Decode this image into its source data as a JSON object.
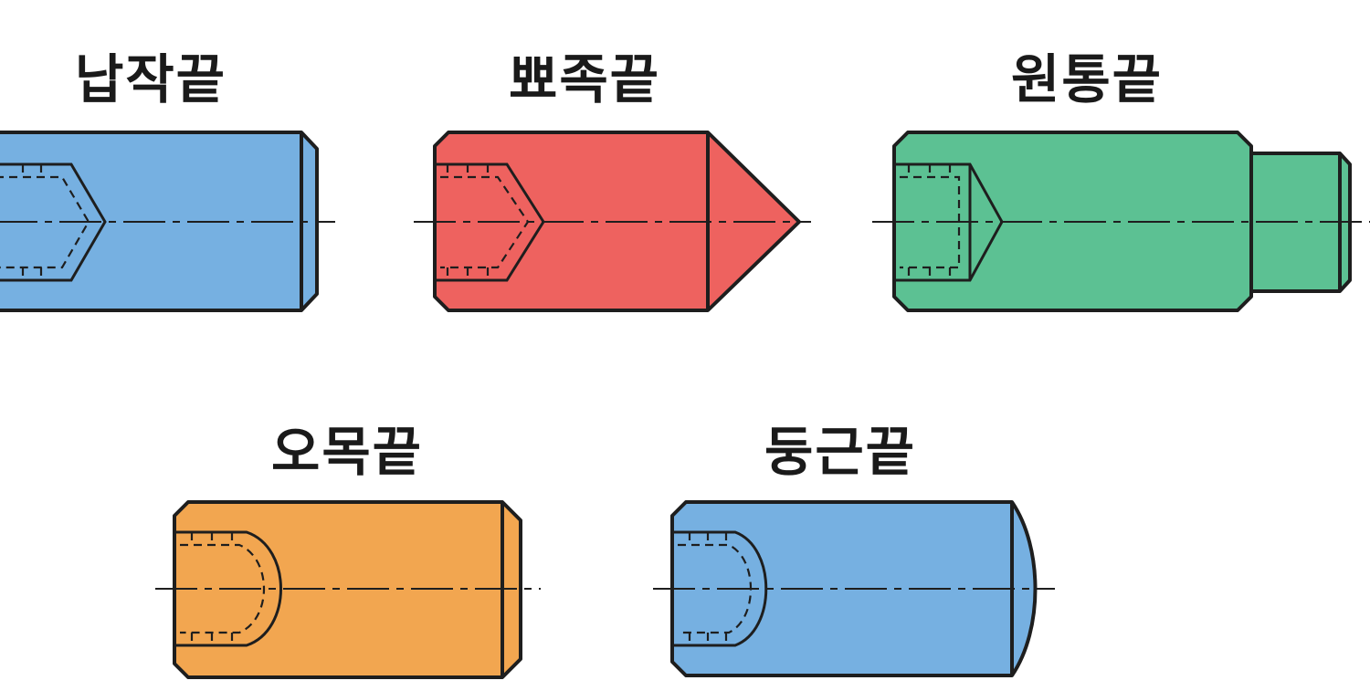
{
  "tips": [
    {
      "label": "납작끝",
      "color": "#76B0E1"
    },
    {
      "label": "뾰족끝",
      "color": "#EE625F"
    },
    {
      "label": "원통끝",
      "color": "#5CC193"
    },
    {
      "label": "오목끝",
      "color": "#F2A650"
    },
    {
      "label": "둥근끝",
      "color": "#76B0E1"
    }
  ]
}
